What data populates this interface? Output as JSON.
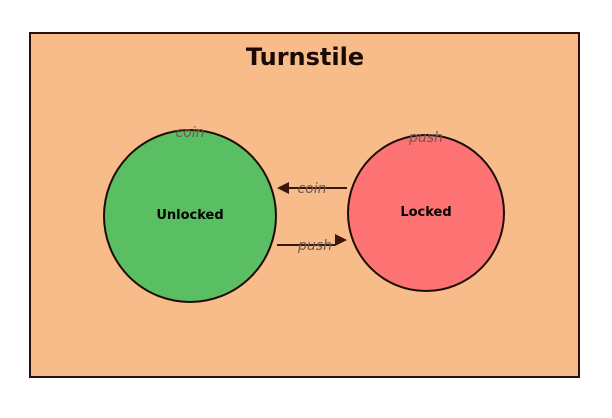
{
  "diagram": {
    "title": "Turnstile",
    "colors": {
      "background": "#f8bb8a",
      "border": "#2a0f0a",
      "unlocked_fill": "#5abf62",
      "locked_fill": "#fd7373",
      "edge": "#3a160c",
      "edge_label": "#6e5a50"
    },
    "states": {
      "unlocked": {
        "label": "Unlocked"
      },
      "locked": {
        "label": "Locked"
      }
    },
    "transitions": {
      "unlocked_self": {
        "label": "coin"
      },
      "locked_self": {
        "label": "push"
      },
      "locked_to_unlocked": {
        "label": "coin"
      },
      "unlocked_to_locked": {
        "label": "push"
      }
    }
  }
}
